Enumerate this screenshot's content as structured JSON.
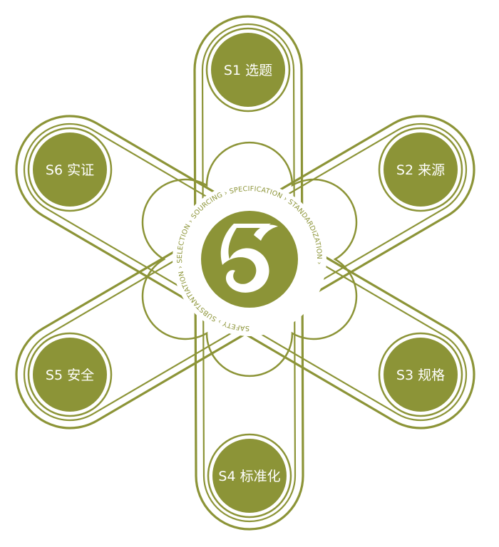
{
  "colors": {
    "olive": "#8c9437",
    "white": "#ffffff",
    "background": "#ffffff"
  },
  "center": {
    "logo_icon": "stylized-s-logo-icon",
    "ring_text": "SAFETY › SUBSTANTIATION › SELECTION › SOURCING › SPECIFICATION › STANDARDIZATION ›"
  },
  "nodes": [
    {
      "id": "s1",
      "label": "S1 选题"
    },
    {
      "id": "s2",
      "label": "S2 来源"
    },
    {
      "id": "s3",
      "label": "S3 规格"
    },
    {
      "id": "s4",
      "label": "S4 标准化"
    },
    {
      "id": "s5",
      "label": "S5 安全"
    },
    {
      "id": "s6",
      "label": "S6 实证"
    }
  ]
}
